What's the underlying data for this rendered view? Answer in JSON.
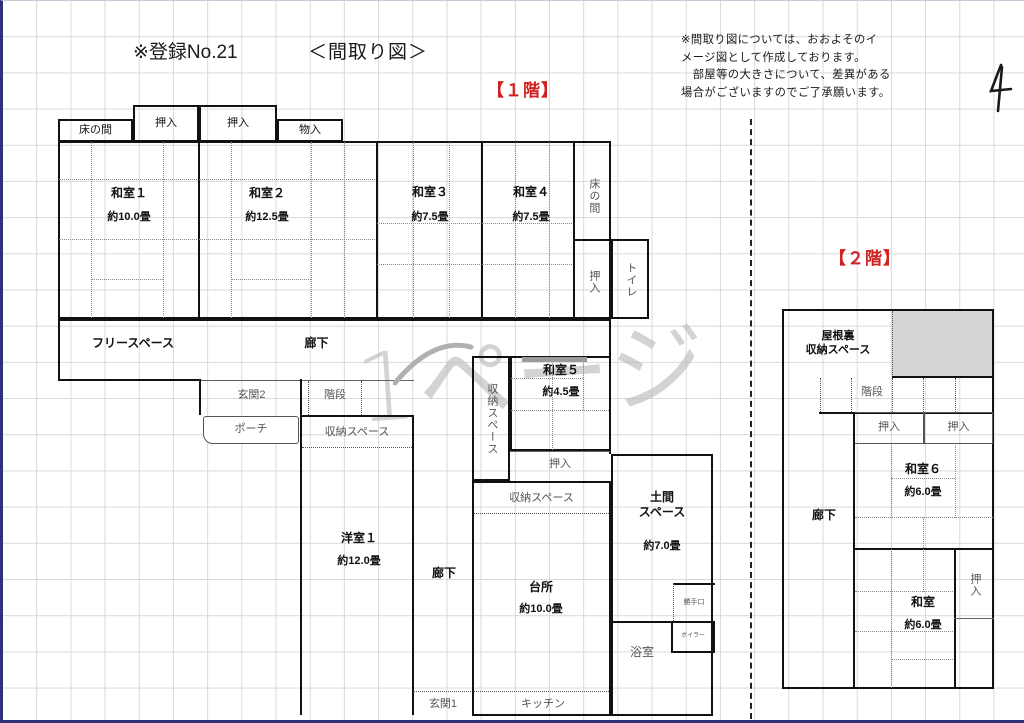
{
  "header": {
    "registration_no": "※登録No.21",
    "plan_title": "＜間取り図＞",
    "note": "※間取り図については、おおよそのイ\nメージ図として作成しております。\n　部屋等の大きさについて、差異がある\n場合がございますのでご了承願います。",
    "hand_mark": "4"
  },
  "watermark": "1ページ",
  "floors": {
    "first": {
      "badge": "【１階】"
    },
    "second": {
      "badge": "【２階】"
    }
  },
  "floor1": {
    "closets_top": [
      {
        "label": "床の間"
      },
      {
        "label": "押入"
      },
      {
        "label": "押入"
      },
      {
        "label": "物入"
      }
    ],
    "rooms": [
      {
        "name": "和室１",
        "size": "約10.0畳"
      },
      {
        "name": "和室２",
        "size": "約12.5畳"
      },
      {
        "name": "和室３",
        "size": "約7.5畳"
      },
      {
        "name": "和室４",
        "size": "約7.5畳"
      },
      {
        "name": "和室５",
        "size": "約4.5畳"
      },
      {
        "name": "洋室１",
        "size": "約12.0畳"
      },
      {
        "name": "台所",
        "size": "約10.0畳"
      },
      {
        "name": "土間\nスペース",
        "size": "約7.0畳"
      }
    ],
    "tokonoma_right": "床の間",
    "oshiire_right": "押入",
    "toilet": "トイレ",
    "free_space": "フリースペース",
    "corridor_upper": "廊下",
    "corridor_lower": "廊下",
    "genkan2": "玄関2",
    "genkan1": "玄関1",
    "kaidan": "階段",
    "porch": "ポーチ",
    "storage_under_stairs": "収納スペース",
    "storage_vertical": "収納スペース",
    "storage_kitchen": "収納スペース",
    "oshiire_washitsu5": "押入",
    "kitchen": "キッチン",
    "bath": "浴室",
    "katteguchi": "勝手口",
    "boiler": "ボイラー"
  },
  "floor2": {
    "attic_storage": "屋根裏\n収納スペース",
    "kaidan": "階段",
    "oshiire_left": "押入",
    "oshiire_right": "押入",
    "corridor": "廊下",
    "oshiire_lower": "押入",
    "rooms": [
      {
        "name": "和室６",
        "size": "約6.0畳"
      },
      {
        "name": "和室",
        "size": "約6.0畳"
      }
    ]
  },
  "colors": {
    "accent_red": "#d12020",
    "wall": "#111111",
    "grid": "#d9d9d9",
    "sheet_border": "#2f2f7a",
    "shade": "#d4d4d4"
  }
}
